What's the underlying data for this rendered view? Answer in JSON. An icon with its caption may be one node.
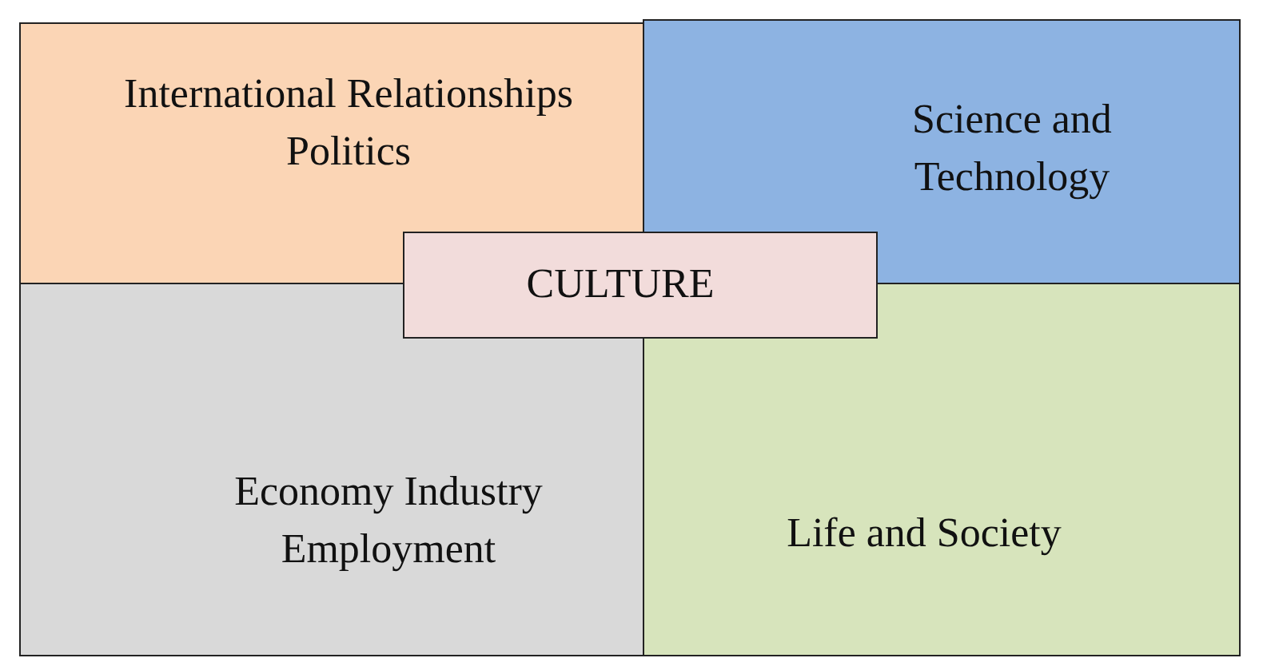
{
  "diagram": {
    "nodes": [
      {
        "text": [
          "International Relationships Politics"
        ]
      },
      {
        "text": [
          "Science and Technology"
        ]
      },
      {
        "text": [
          "Economy Industry Employment"
        ]
      },
      {
        "text": [
          "Life and Society"
        ]
      },
      {
        "text": [
          "CULTURE"
        ]
      }
    ]
  }
}
